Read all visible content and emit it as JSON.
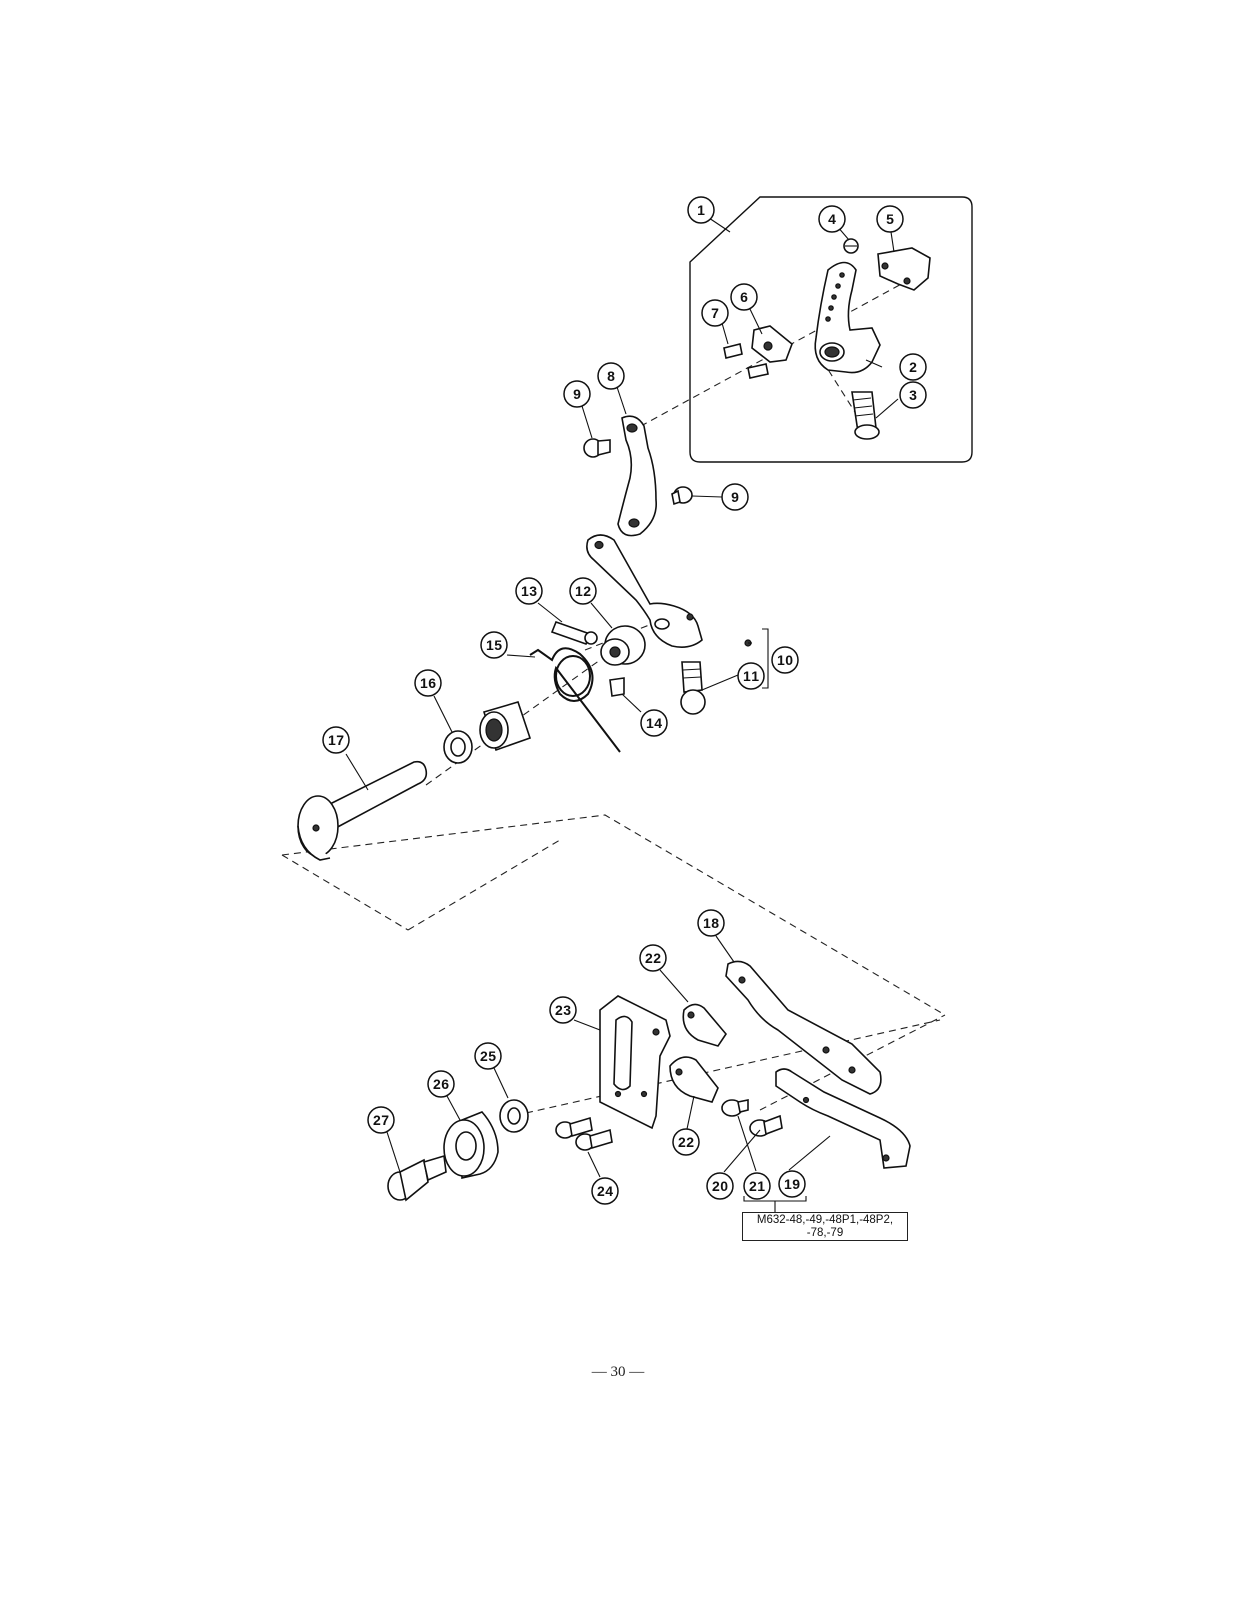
{
  "callouts": [
    {
      "id": "callout-1",
      "label": "1"
    },
    {
      "id": "callout-2",
      "label": "2"
    },
    {
      "id": "callout-3",
      "label": "3"
    },
    {
      "id": "callout-4",
      "label": "4"
    },
    {
      "id": "callout-5",
      "label": "5"
    },
    {
      "id": "callout-6",
      "label": "6"
    },
    {
      "id": "callout-7",
      "label": "7"
    },
    {
      "id": "callout-8",
      "label": "8"
    },
    {
      "id": "callout-9a",
      "label": "9"
    },
    {
      "id": "callout-9b",
      "label": "9"
    },
    {
      "id": "callout-10",
      "label": "10"
    },
    {
      "id": "callout-11",
      "label": "11"
    },
    {
      "id": "callout-12",
      "label": "12"
    },
    {
      "id": "callout-13",
      "label": "13"
    },
    {
      "id": "callout-14",
      "label": "14"
    },
    {
      "id": "callout-15",
      "label": "15"
    },
    {
      "id": "callout-16",
      "label": "16"
    },
    {
      "id": "callout-17",
      "label": "17"
    },
    {
      "id": "callout-18",
      "label": "18"
    },
    {
      "id": "callout-19",
      "label": "19"
    },
    {
      "id": "callout-20",
      "label": "20"
    },
    {
      "id": "callout-21",
      "label": "21"
    },
    {
      "id": "callout-22a",
      "label": "22"
    },
    {
      "id": "callout-22b",
      "label": "22"
    },
    {
      "id": "callout-23",
      "label": "23"
    },
    {
      "id": "callout-24",
      "label": "24"
    },
    {
      "id": "callout-25",
      "label": "25"
    },
    {
      "id": "callout-26",
      "label": "26"
    },
    {
      "id": "callout-27",
      "label": "27"
    }
  ],
  "model_note": {
    "line1": "M632-48,-49,-48P1,-48P2,",
    "line2": "-78,-79"
  },
  "page_number": "— 30 —"
}
